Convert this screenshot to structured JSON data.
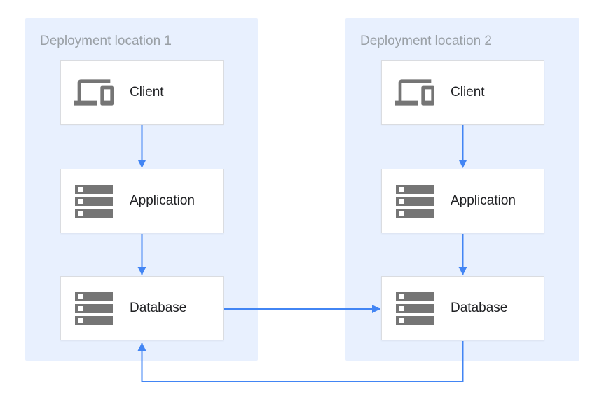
{
  "diagram": {
    "panels": [
      {
        "title": "Deployment location 1",
        "nodes": [
          {
            "label": "Client",
            "icon": "devices-icon"
          },
          {
            "label": "Application",
            "icon": "server-stack-icon"
          },
          {
            "label": "Database",
            "icon": "server-stack-icon"
          }
        ]
      },
      {
        "title": "Deployment location 2",
        "nodes": [
          {
            "label": "Client",
            "icon": "devices-icon"
          },
          {
            "label": "Application",
            "icon": "server-stack-icon"
          },
          {
            "label": "Database",
            "icon": "server-stack-icon"
          }
        ]
      }
    ],
    "connections": [
      {
        "from": "location-1-client",
        "to": "location-1-application",
        "shape": "straight-down"
      },
      {
        "from": "location-1-application",
        "to": "location-1-database",
        "shape": "straight-down"
      },
      {
        "from": "location-2-client",
        "to": "location-2-application",
        "shape": "straight-down"
      },
      {
        "from": "location-2-application",
        "to": "location-2-database",
        "shape": "straight-down"
      },
      {
        "from": "location-1-database",
        "to": "location-2-database",
        "shape": "straight-right"
      },
      {
        "from": "location-2-database",
        "to": "location-1-database",
        "shape": "elbow-bottom-loop"
      }
    ],
    "colors": {
      "panel_background": "#E8F0FE",
      "arrow_blue": "#4285F4",
      "icon_gray": "#757575",
      "title_gray": "#9AA0A6",
      "label_dark": "#202124",
      "box_border": "#DADCE0"
    }
  }
}
